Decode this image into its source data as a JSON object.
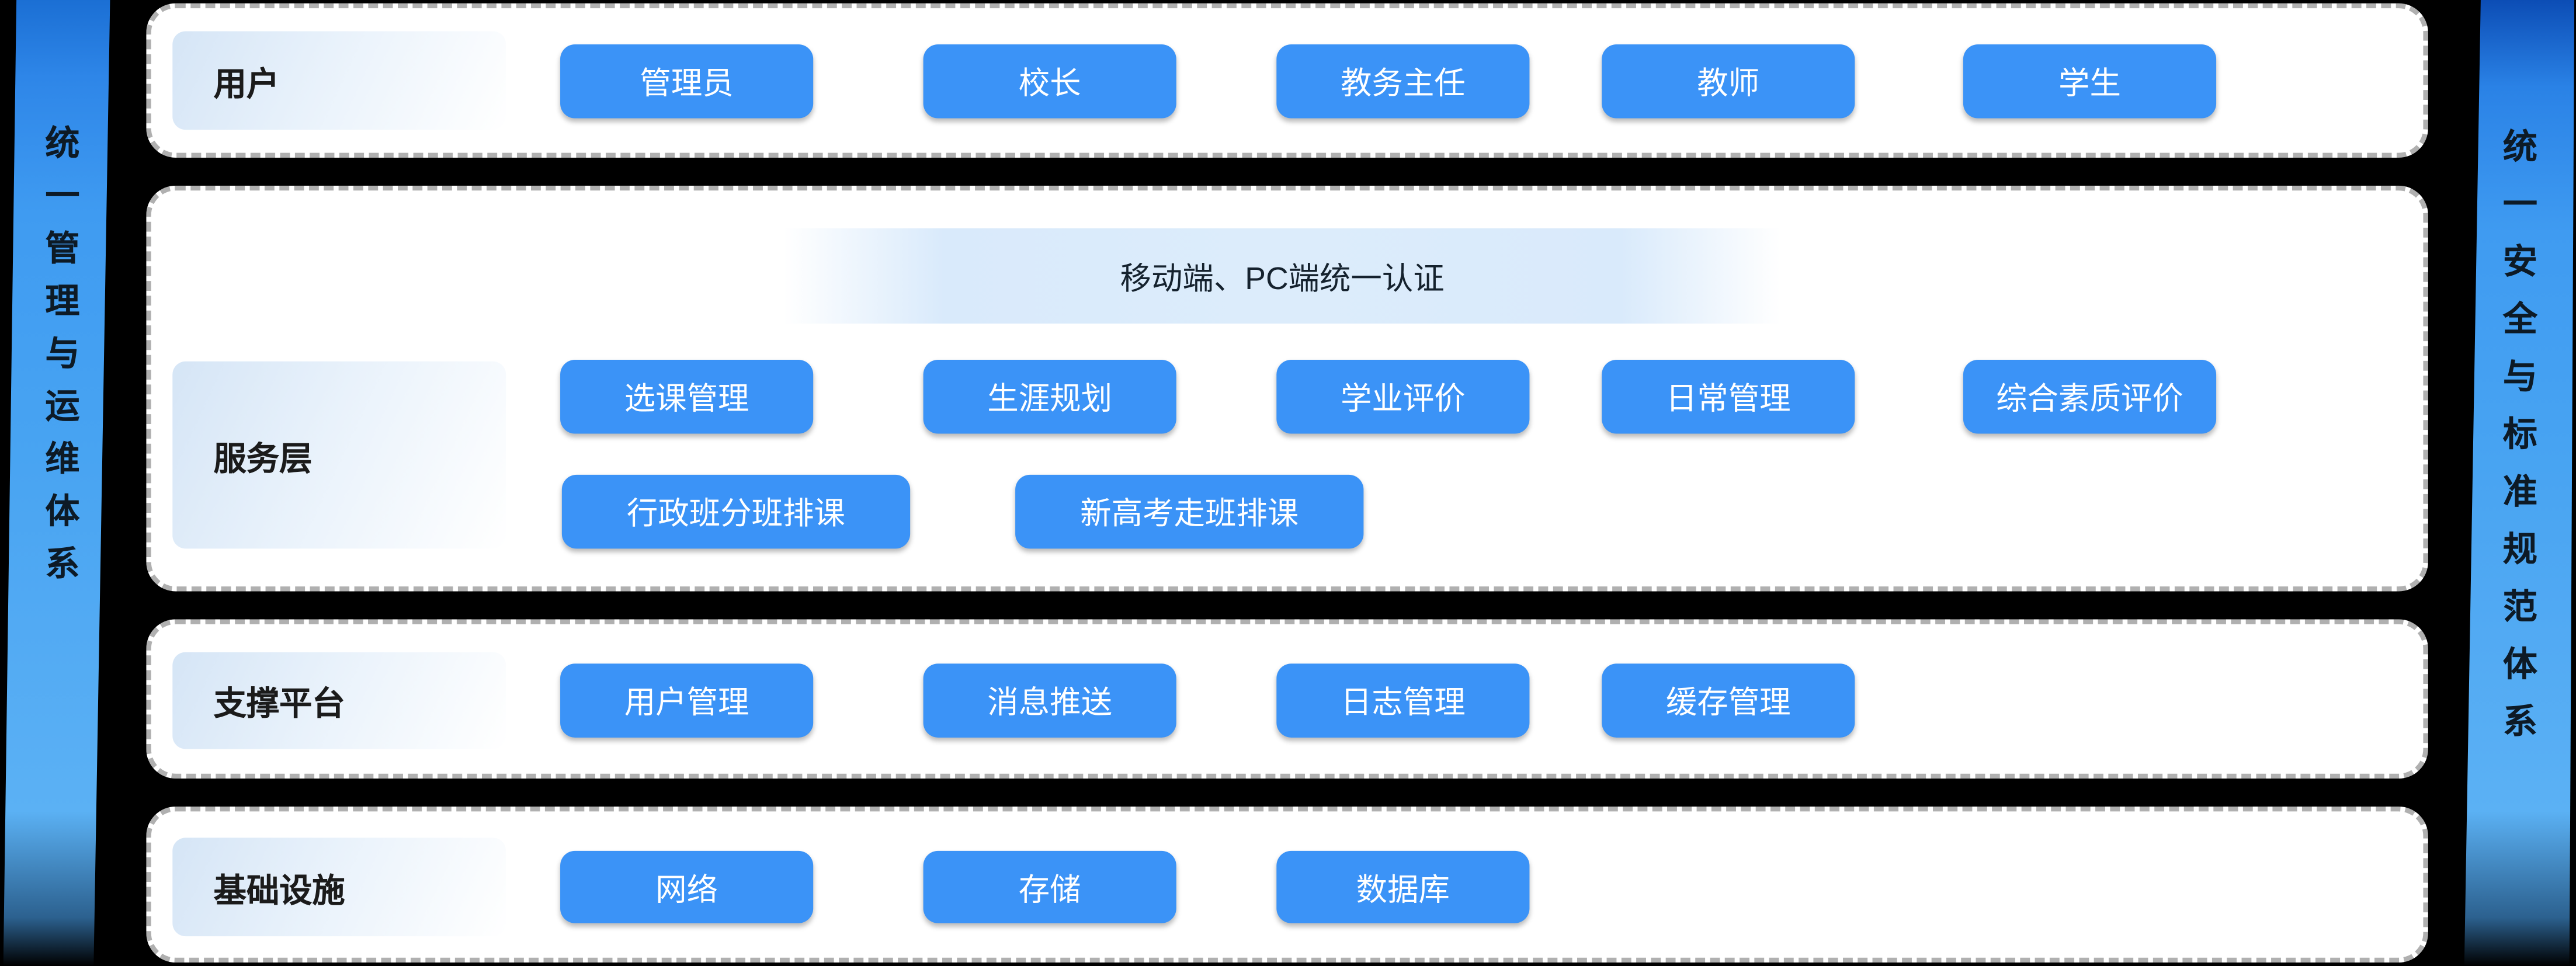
{
  "ribbons": {
    "left": {
      "text": "统一管理与运维体系"
    },
    "right": {
      "text": "统一安全与标准规范体系"
    }
  },
  "sections": [
    {
      "label": "用户",
      "rows": [
        [
          "管理员",
          "校长",
          "教务主任",
          "教师",
          "学生"
        ]
      ]
    },
    {
      "label": "服务层",
      "banner": "移动端、PC端统一认证",
      "rows": [
        [
          "选课管理",
          "生涯规划",
          "学业评价",
          "日常管理",
          "综合素质评价"
        ],
        [
          "行政班分班排课",
          "新高考走班排课"
        ]
      ]
    },
    {
      "label": "支撑平台",
      "rows": [
        [
          "用户管理",
          "消息推送",
          "日志管理",
          "缓存管理"
        ]
      ]
    },
    {
      "label": "基础设施",
      "rows": [
        [
          "网络",
          "存储",
          "数据库"
        ]
      ]
    }
  ],
  "colors": {
    "background": "#000000",
    "button_blue": "#3b93f7",
    "button_text": "#ffffff",
    "band_blue": "#d9eafb",
    "label_box_blue": "#d5e5f6",
    "ribbon_top_blue": "#0c4db5",
    "ribbon_bottom_blue": "#5bb1f4",
    "panel_border_gray": "#b0b0b0",
    "dark_text": "#1b1b1b"
  }
}
